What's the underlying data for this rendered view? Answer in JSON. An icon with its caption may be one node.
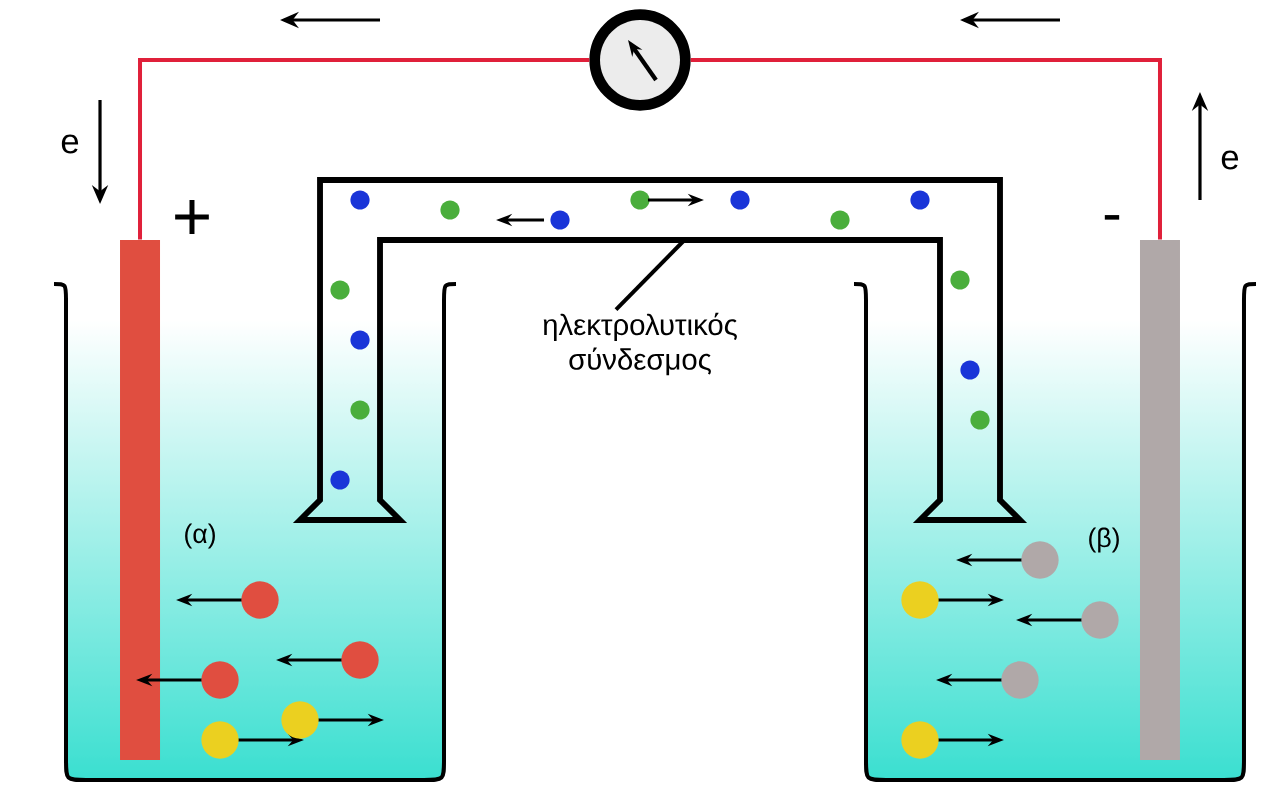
{
  "diagram": {
    "nodes": [
      {
        "text": [],
        "shape": "bar"
      },
      {
        "text": [],
        "shape": "circle"
      },
      {
        "text": [],
        "shape": "bar"
      },
      {
        "text": [
          "ηλεκτρολυτικός σύνδεσμος"
        ]
      },
      {
        "text": [],
        "shape": "tube"
      }
    ],
    "edges": [
      {
        "from": 0,
        "to": 1,
        "arrow": "none"
      },
      {
        "from": 1,
        "to": 2,
        "arrow": "none"
      },
      {
        "from": 3,
        "to": 4,
        "arrow": "none",
        "color": "#000000"
      }
    ],
    "labels": [
      "e",
      "+",
      "e",
      "-",
      "(α)",
      "(β)"
    ]
  }
}
